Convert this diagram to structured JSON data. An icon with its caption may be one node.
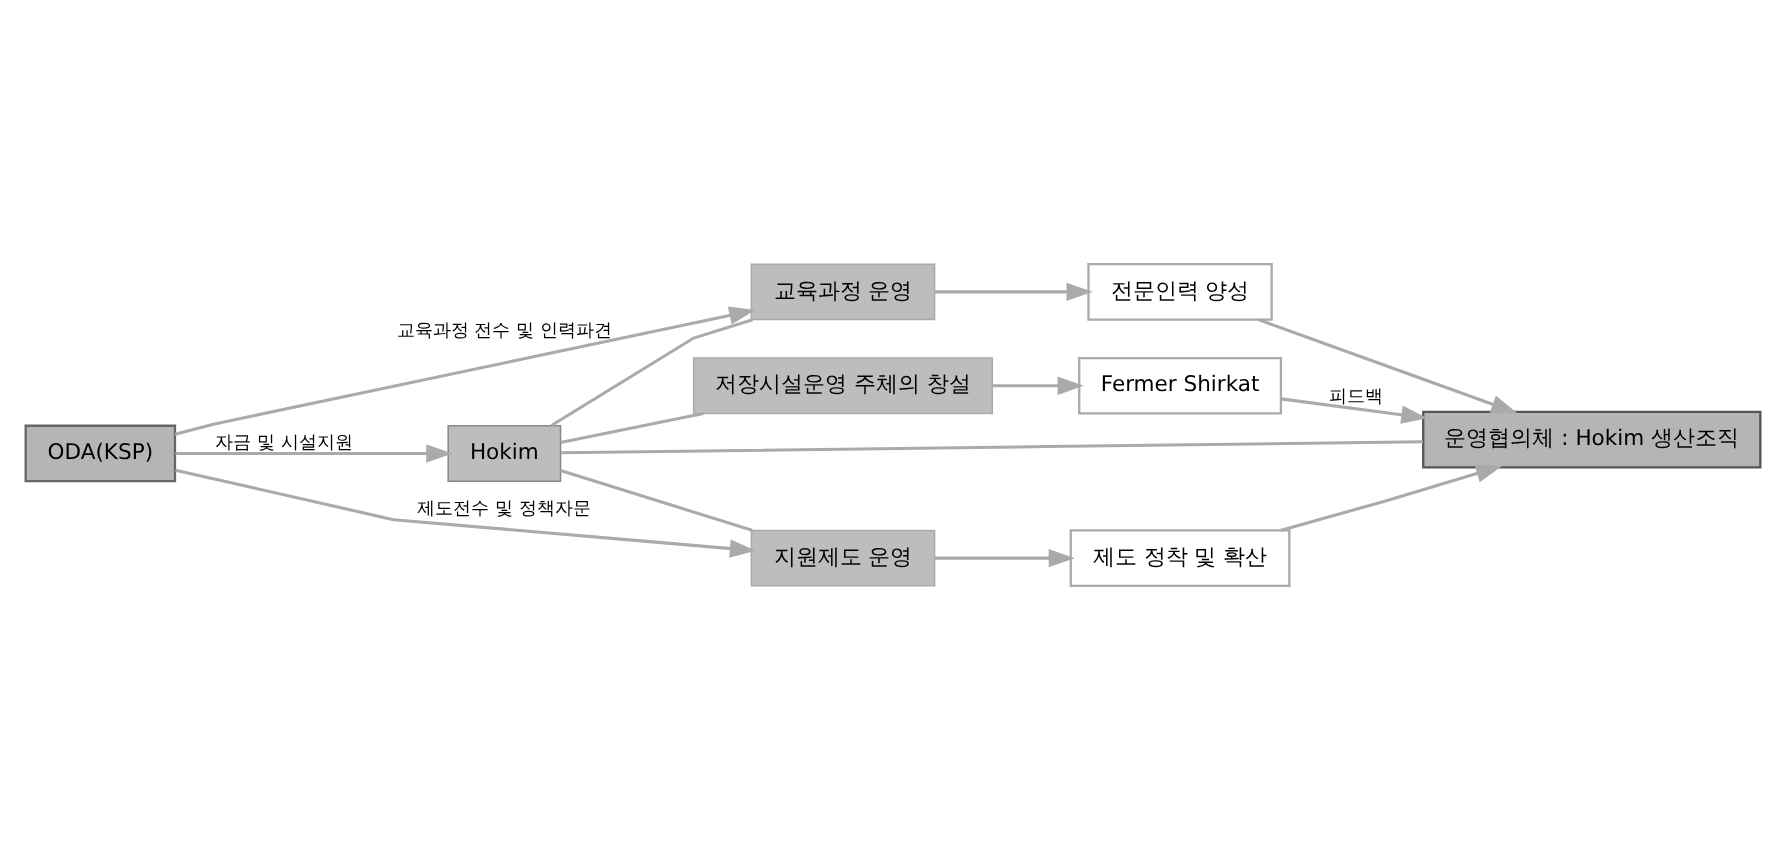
{
  "diagram": {
    "nodes": [
      {
        "text": [
          "ODA(KSP)"
        ]
      },
      {
        "text": [
          "Hokim"
        ]
      },
      {
        "text": [
          "운영협의체 : Hokim 생산조직"
        ]
      },
      {
        "text": [
          "저장시설운영 주체의 창설"
        ]
      },
      {
        "text": [
          "교육과정 운영"
        ]
      },
      {
        "text": [
          "지원제도 운영"
        ]
      },
      {
        "text": [
          "Fermer Shirkat"
        ]
      },
      {
        "text": [
          "전문인력 양성"
        ]
      },
      {
        "text": [
          "제도 정착 및 확산"
        ]
      }
    ],
    "edges": [
      {
        "from": 0,
        "to": 1,
        "arrow": "to",
        "label": "자금 및 시설지원"
      },
      {
        "from": 1,
        "to": 2,
        "arrow": "none"
      },
      {
        "from": 1,
        "to": 3,
        "arrow": "none"
      },
      {
        "from": 1,
        "to": 4,
        "arrow": "none"
      },
      {
        "from": 1,
        "to": 5,
        "arrow": "none"
      },
      {
        "from": 0,
        "to": 4,
        "arrow": "to",
        "label": "교육과정 전수 및 인력파견"
      },
      {
        "from": 0,
        "to": 5,
        "arrow": "to",
        "label": "제도전수 및 정책자문"
      },
      {
        "from": 3,
        "to": 6,
        "arrow": "to"
      },
      {
        "from": 4,
        "to": 7,
        "arrow": "to"
      },
      {
        "from": 5,
        "to": 8,
        "arrow": "to"
      },
      {
        "from": 6,
        "to": 2,
        "arrow": "to",
        "label": "피드백"
      },
      {
        "from": 7,
        "to": 2,
        "arrow": "to"
      },
      {
        "from": 8,
        "to": 2,
        "arrow": "to"
      }
    ]
  }
}
